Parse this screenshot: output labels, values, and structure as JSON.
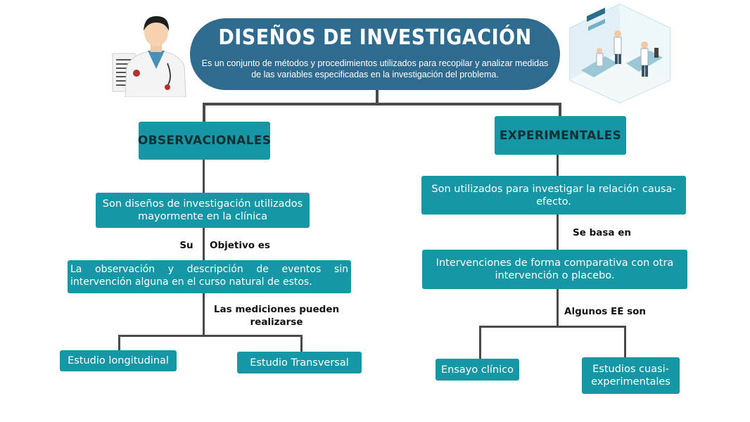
{
  "header": {
    "title": "DISEÑOS DE INVESTIGACIÓN",
    "description": "Es un conjunto de métodos y procedimientos utilizados para recopilar y analizar medidas de las variables especificadas en la investigación del problema."
  },
  "observacionales": {
    "title": "OBSERVACIONALES",
    "definition": "Son diseños de investigación utilizados mayormente en la clínica",
    "connector_left": "Su",
    "connector_right": "Objetivo es",
    "objective": "La observación y descripción de eventos sin intervención alguna en el curso natural de estos.",
    "measures_label": "Las mediciones pueden realizarse",
    "types": [
      "Estudio longitudinal",
      "Estudio Transversal"
    ]
  },
  "experimentales": {
    "title": "EXPERIMENTALES",
    "definition": "Son utilizados para investigar la relación causa-efecto.",
    "connector": "Se basa en",
    "basis": "Intervenciones de forma comparativa con otra intervención o placebo.",
    "examples_label": "Algunos EE son",
    "types": [
      "Ensayo clínico",
      "Estudios cuasi-experimentales"
    ]
  },
  "icons": {
    "left": "doctor-with-chart-icon",
    "right": "laboratory-room-icon"
  },
  "colors": {
    "header": "#2f6b8f",
    "box": "#1597a6",
    "category_text": "#0c2f34",
    "line": "#4a4a4a"
  }
}
